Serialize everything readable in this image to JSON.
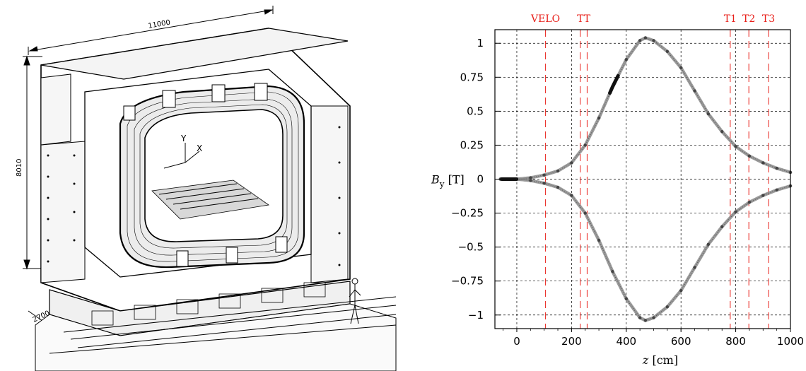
{
  "drawing": {
    "dim_length": "11000",
    "dim_height": "8010",
    "dim_depth": "2700",
    "axis_y": "Y",
    "axis_x": "X"
  },
  "chart_data": {
    "type": "scatter",
    "xlabel": "z [cm]",
    "ylabel": "B_y [T]",
    "xlim": [
      -80,
      1000
    ],
    "ylim": [
      -1.1,
      1.1
    ],
    "xticks": [
      0,
      200,
      400,
      600,
      800,
      1000
    ],
    "yticks": [
      1,
      0.75,
      0.5,
      0.25,
      0,
      -0.25,
      -0.5,
      -0.75,
      -1
    ],
    "ytick_labels": [
      "1",
      "0.75",
      "0.5",
      "0.25",
      "0",
      "−0.25",
      "−0.5",
      "−0.75",
      "−1"
    ],
    "grid": true,
    "detector_lines": [
      {
        "name": "VELO",
        "z": [
          105
        ]
      },
      {
        "name": "TT",
        "z": [
          232,
          257
        ]
      },
      {
        "name": "T1",
        "z": [
          780
        ]
      },
      {
        "name": "T2",
        "z": [
          848
        ]
      },
      {
        "name": "T3",
        "z": [
          920
        ]
      }
    ],
    "series": [
      {
        "x": [
          -60,
          0,
          50,
          100,
          150,
          200,
          250,
          300,
          350,
          400,
          450,
          470,
          500,
          550,
          600,
          650,
          700,
          750,
          800,
          850,
          900,
          950,
          1000
        ],
        "y": [
          0,
          0,
          0.01,
          0.03,
          0.06,
          0.12,
          0.25,
          0.45,
          0.68,
          0.88,
          1.02,
          1.04,
          1.02,
          0.94,
          0.82,
          0.65,
          0.48,
          0.35,
          0.24,
          0.17,
          0.12,
          0.08,
          0.05
        ]
      },
      {
        "x": [
          -60,
          0,
          50,
          100,
          150,
          200,
          250,
          300,
          350,
          400,
          450,
          470,
          500,
          550,
          600,
          650,
          700,
          750,
          800,
          850,
          900,
          950,
          1000
        ],
        "y": [
          0,
          0,
          -0.01,
          -0.03,
          -0.06,
          -0.12,
          -0.25,
          -0.45,
          -0.68,
          -0.88,
          -1.02,
          -1.04,
          -1.02,
          -0.94,
          -0.82,
          -0.65,
          -0.48,
          -0.35,
          -0.24,
          -0.17,
          -0.12,
          -0.08,
          -0.05
        ]
      }
    ]
  }
}
